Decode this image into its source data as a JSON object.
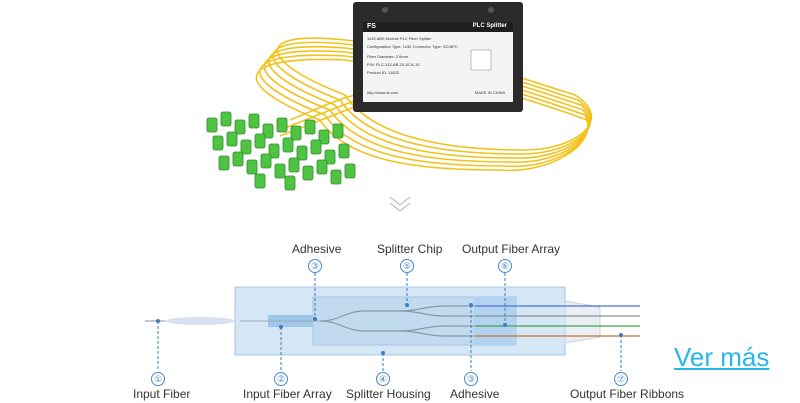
{
  "product": {
    "brand": "FS",
    "box_title": "PLC Splitter",
    "box_lines": [
      "1x32 ABS Module PLC Fiber Splitter",
      "Configuration Type: 1x32    Connector Type: SC/APC",
      "Fiber Diameter: 2.0mm",
      "P/N: PLC-132-AB-20-SCA-15",
      "Product ID: 11822",
      "http://www.fs.com",
      "MADE IN CHINA"
    ]
  },
  "diagram": {
    "labels": {
      "input_fiber": "Input Fiber",
      "input_fiber_array": "Input Fiber Array",
      "adhesive_top": "Adhesive",
      "splitter_housing": "Splitter Housing",
      "splitter_chip": "Splitter Chip",
      "adhesive_bottom": "Adhesive",
      "output_fiber_array": "Output Fiber Array",
      "output_fiber_ribbons": "Output Fiber Ribbons"
    },
    "numbers": {
      "input_fiber": "①",
      "input_fiber_array": "②",
      "adhesive_top": "③",
      "splitter_housing": "④",
      "splitter_chip": "⑤",
      "output_fiber_array": "⑥",
      "adhesive_bottom": "③",
      "output_fiber_ribbons": "⑦"
    },
    "colors": {
      "housing_fill": "#d5e6f5",
      "housing_stroke": "#a9c8e6",
      "chip_fill": "#c2daf0",
      "array_fill": "#9ec7ea",
      "leader": "#3a7ec2",
      "fiber_colors": [
        "#4c6fd9",
        "#8a8f95",
        "#3fa447",
        "#c7732e"
      ]
    }
  },
  "link": {
    "label": "Ver más"
  }
}
